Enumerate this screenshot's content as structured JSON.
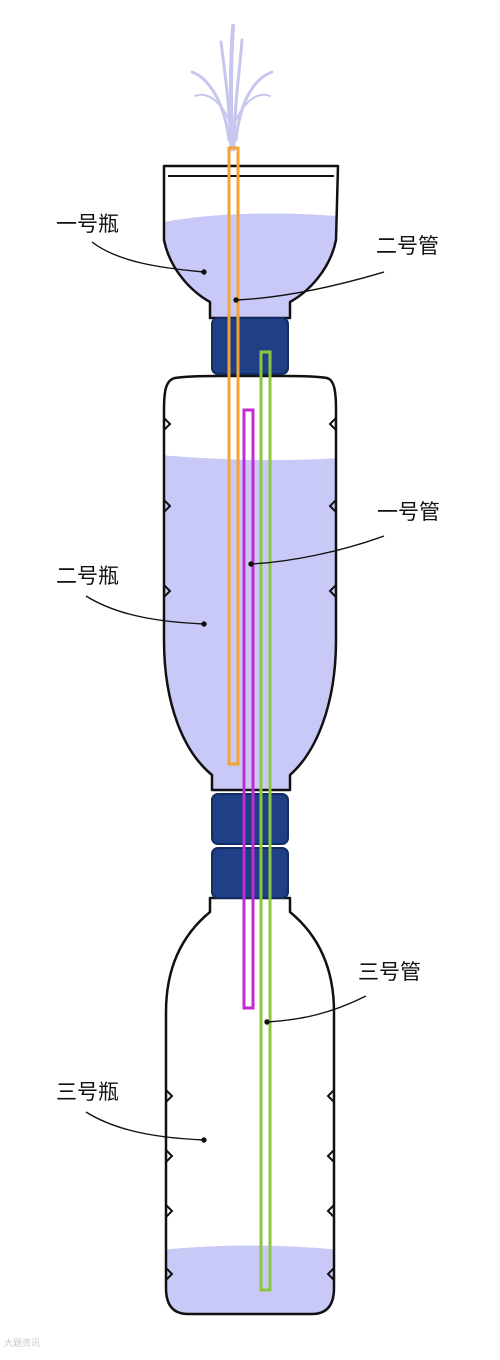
{
  "labels": {
    "bottle_1": "一号瓶",
    "bottle_2": "二号瓶",
    "bottle_3": "三号瓶",
    "tube_1": "一号管",
    "tube_2": "二号管",
    "tube_3": "三号管"
  },
  "watermark": "大题资讯",
  "colors": {
    "water": "#c9c9f7",
    "outline": "#111111",
    "cap": "#1f3f86",
    "cap_dark": "#132c63",
    "tube_1": "#c22bd4",
    "tube_2": "#f2a436",
    "tube_3": "#8cc63f",
    "fountain": "#c6c6ee"
  }
}
